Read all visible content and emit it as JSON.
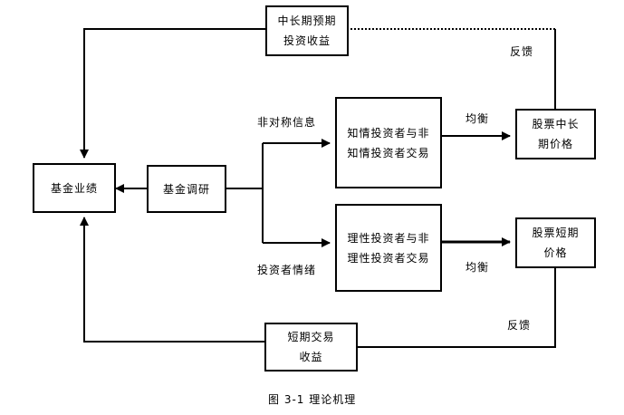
{
  "boxes": {
    "mid_long_return": "中长期预期\n投资收益",
    "fund_performance": "基金业绩",
    "fund_research": "基金调研",
    "informed_trade": "知情投资者与非\n知情投资者交易",
    "rational_trade": "理性投资者与非\n理性投资者交易",
    "stock_mid_long_price": "股票中长\n期价格",
    "stock_short_price": "股票短期\n价格",
    "short_return": "短期交易\n收益"
  },
  "labels": {
    "asymmetric_info": "非对称信息",
    "investor_sentiment": "投资者情绪",
    "equilibrium_top": "均衡",
    "equilibrium_bottom": "均衡",
    "feedback_top": "反馈",
    "feedback_bottom": "反馈"
  },
  "caption": "图 3-1 理论机理"
}
